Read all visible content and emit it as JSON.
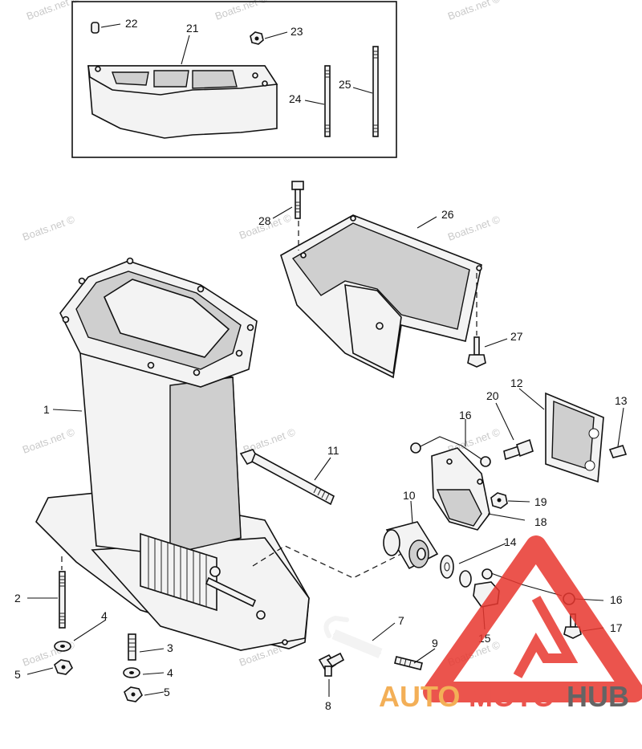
{
  "diagram": {
    "callouts": [
      {
        "id": "c1",
        "text": "1"
      },
      {
        "id": "c2",
        "text": "2"
      },
      {
        "id": "c3",
        "text": "3"
      },
      {
        "id": "c4a",
        "text": "4"
      },
      {
        "id": "c4b",
        "text": "4"
      },
      {
        "id": "c5a",
        "text": "5"
      },
      {
        "id": "c5b",
        "text": "5"
      },
      {
        "id": "c7",
        "text": "7"
      },
      {
        "id": "c8",
        "text": "8"
      },
      {
        "id": "c9",
        "text": "9"
      },
      {
        "id": "c10",
        "text": "10"
      },
      {
        "id": "c11",
        "text": "11"
      },
      {
        "id": "c12",
        "text": "12"
      },
      {
        "id": "c13",
        "text": "13"
      },
      {
        "id": "c14",
        "text": "14"
      },
      {
        "id": "c15",
        "text": "15"
      },
      {
        "id": "c16a",
        "text": "16"
      },
      {
        "id": "c16b",
        "text": "16"
      },
      {
        "id": "c17",
        "text": "17"
      },
      {
        "id": "c18",
        "text": "18"
      },
      {
        "id": "c19",
        "text": "19"
      },
      {
        "id": "c20",
        "text": "20"
      },
      {
        "id": "c21",
        "text": "21"
      },
      {
        "id": "c22",
        "text": "22"
      },
      {
        "id": "c23",
        "text": "23"
      },
      {
        "id": "c24",
        "text": "24"
      },
      {
        "id": "c25",
        "text": "25"
      },
      {
        "id": "c26",
        "text": "26"
      },
      {
        "id": "c27",
        "text": "27"
      },
      {
        "id": "c28",
        "text": "28"
      }
    ],
    "watermark_text": "Boats.net ©",
    "colors": {
      "line": "#111111",
      "logo_red": "#e8372f",
      "logo_orange": "#f2a23a",
      "logo_gray": "#4a4a4a"
    }
  },
  "logo": {
    "part1": "AUTO",
    "part2": "MOTO",
    "part3": "HUB"
  }
}
